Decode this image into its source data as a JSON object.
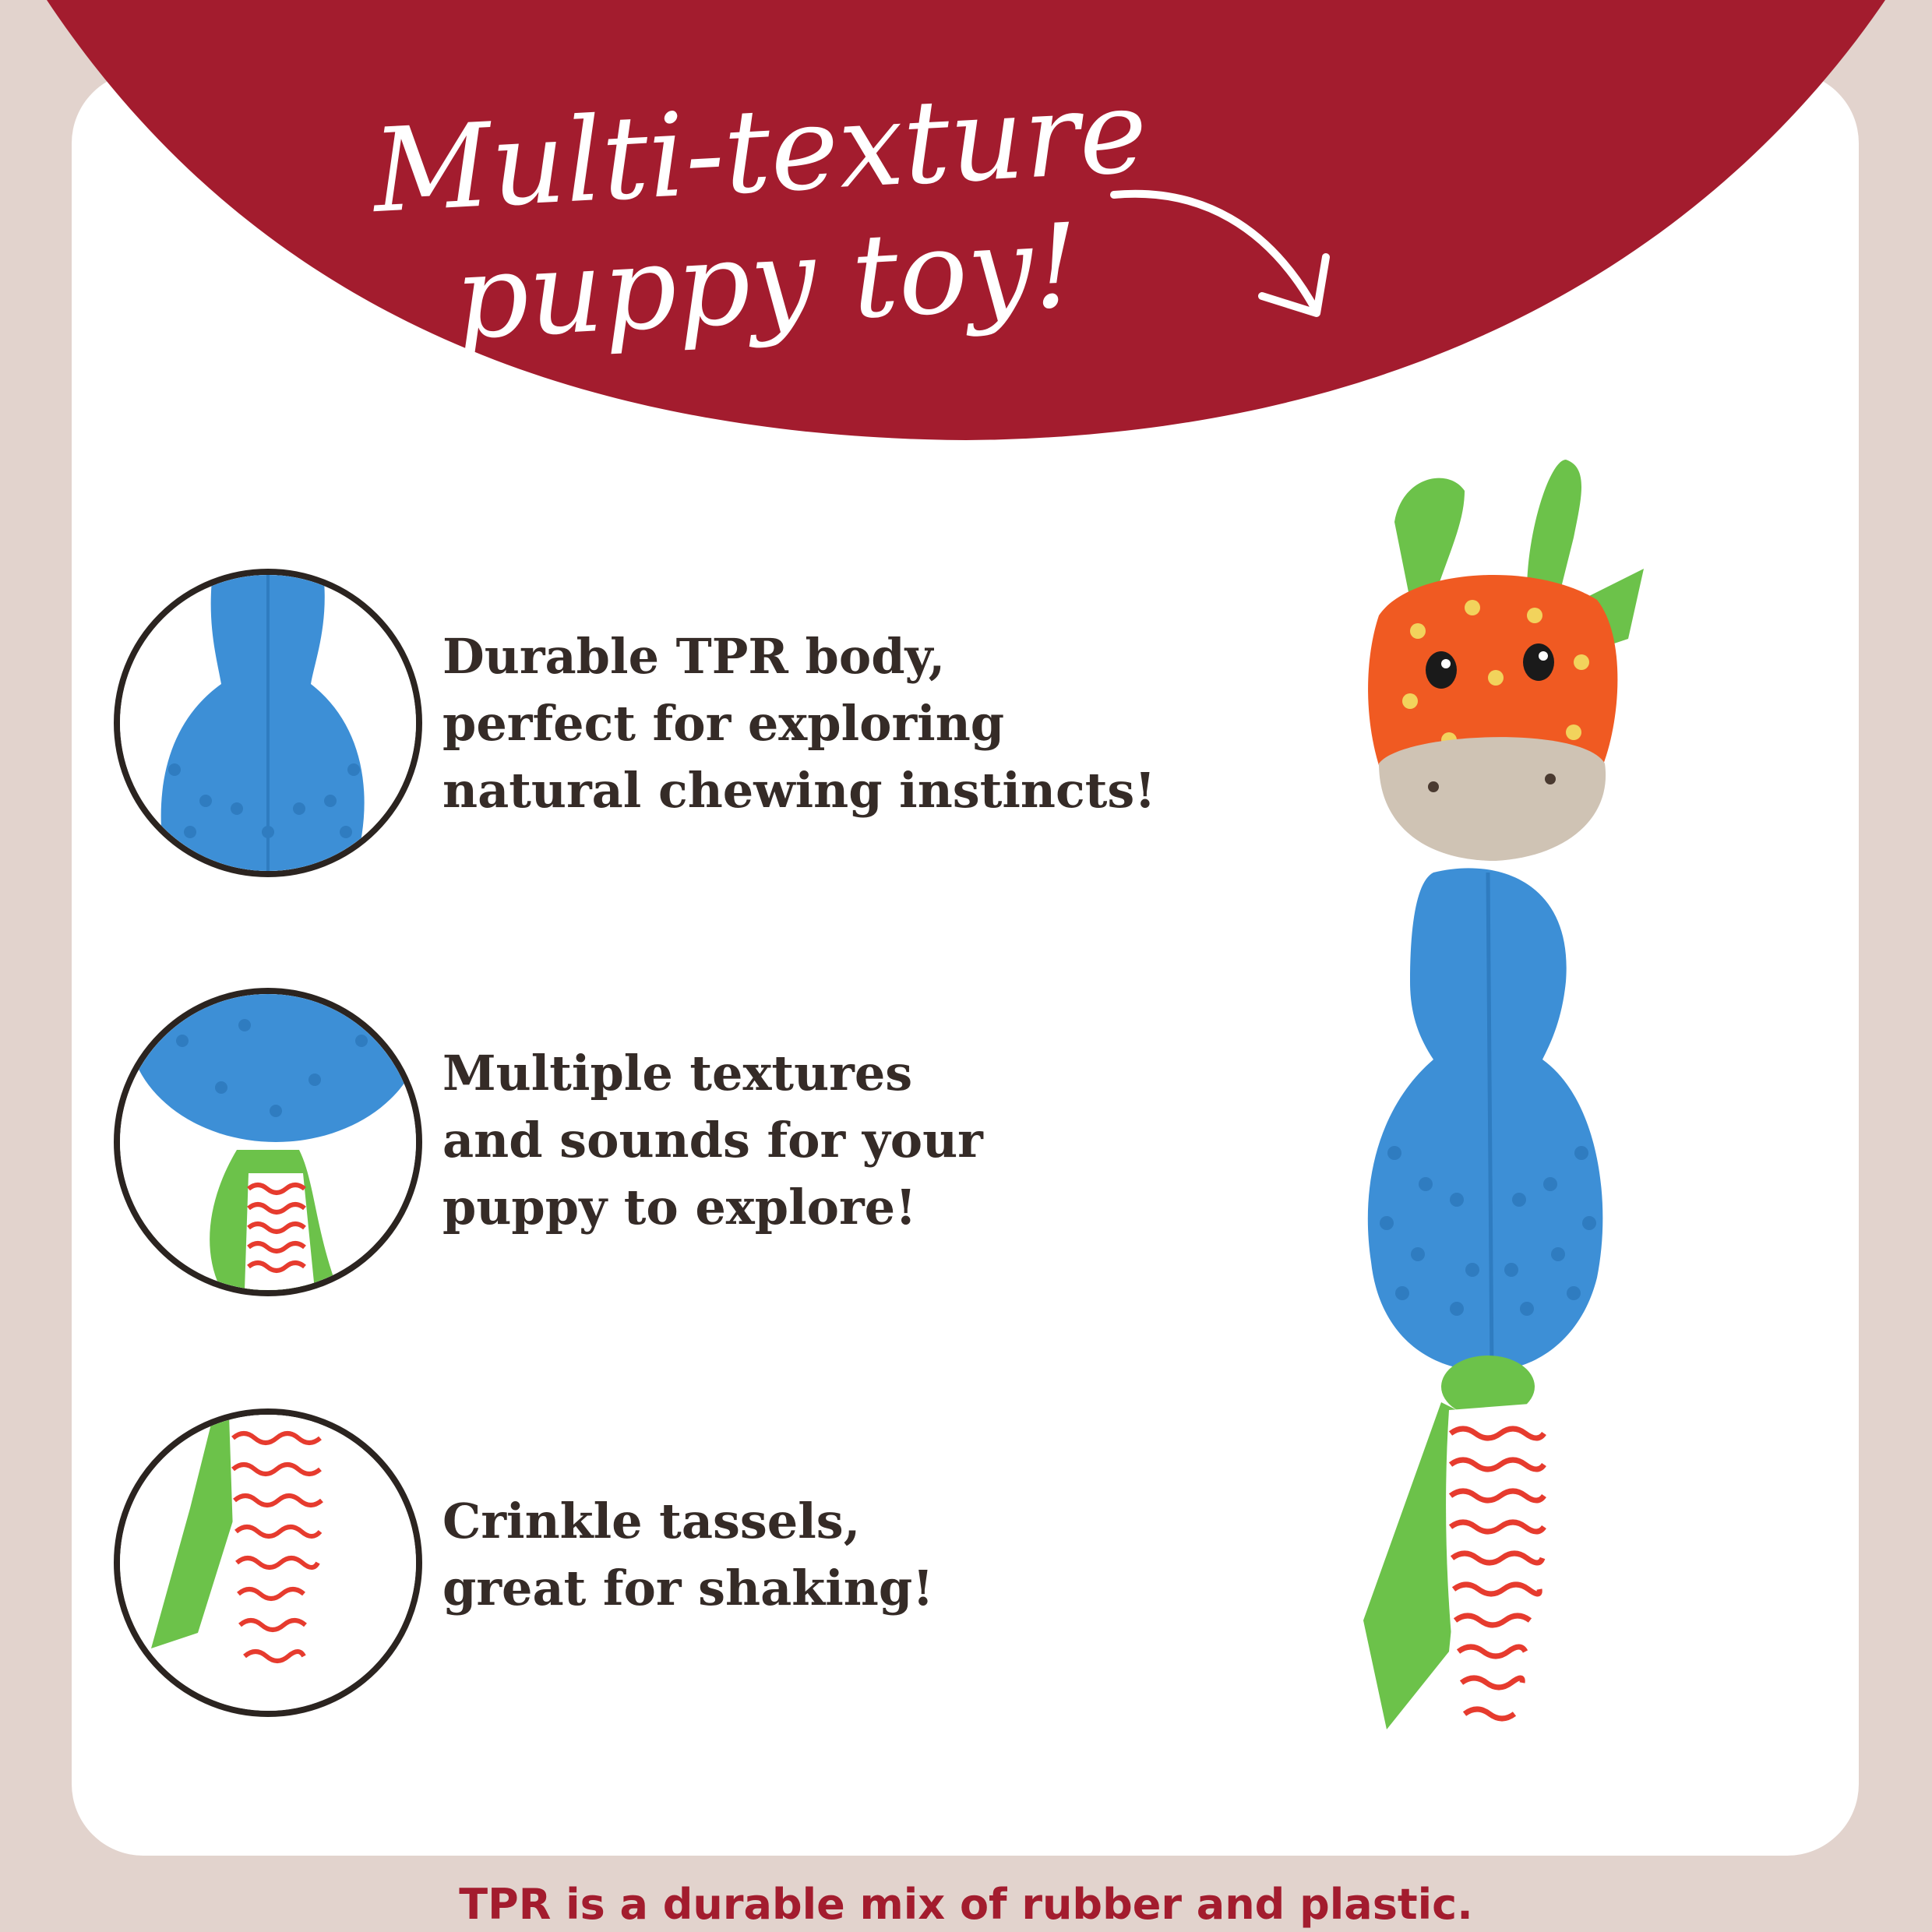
{
  "headline": {
    "line1": "Multi-texture",
    "line2": "puppy toy!"
  },
  "features": [
    {
      "icon": "tpr-body-closeup",
      "lines": [
        "Durable TPR body,",
        "perfect for exploring",
        "natural chewing instincts!"
      ]
    },
    {
      "icon": "textures-closeup",
      "lines": [
        "Multiple textures",
        "and sounds for your",
        "puppy to explore!"
      ]
    },
    {
      "icon": "tassel-closeup",
      "lines": [
        "Crinkle tassels,",
        "great for shaking!"
      ]
    }
  ],
  "footnote": "TPR is a durable mix of rubber and plastic.",
  "colors": {
    "banner": "#a31c2e",
    "background": "#e2d3cd",
    "card": "#ffffff",
    "text": "#352b27",
    "toy_blue": "#3d8fd6",
    "toy_orange": "#f05a22",
    "toy_green": "#6cc24a"
  }
}
